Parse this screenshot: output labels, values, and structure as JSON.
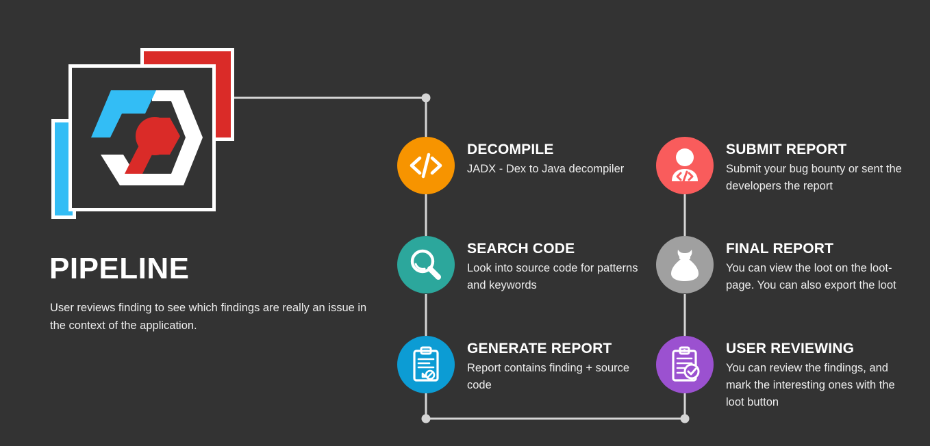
{
  "background_color": "#333333",
  "brand": {
    "title": "PIPELINE",
    "subtitle": "User reviews finding to see which findings are really an issue in the context of the application.",
    "logo_name": "stacked-cards-hexagon-logo",
    "logo_colors": {
      "cyan": "#33BDF5",
      "red": "#DA2B28",
      "white": "#FFFFFF",
      "card": "#333333"
    }
  },
  "connector": {
    "color": "#D5D5D5",
    "node_color": "#D5D5D5"
  },
  "steps": [
    {
      "id": "decompile",
      "title": "DECOMPILE",
      "desc": "JADX - Dex to Java decompiler",
      "icon": "code-brackets-icon",
      "color": "#F79400",
      "column": "left"
    },
    {
      "id": "search-code",
      "title": "SEARCH CODE",
      "desc": "Look into source code for patterns and keywords",
      "icon": "magnifier-icon",
      "color": "#2CA79C",
      "column": "left"
    },
    {
      "id": "generate-report",
      "title": "GENERATE REPORT",
      "desc": "Report contains finding + source code",
      "icon": "clipboard-chart-icon",
      "color": "#0C9CD4",
      "column": "left"
    },
    {
      "id": "submit-report",
      "title": "SUBMIT REPORT",
      "desc": "Submit your bug bounty or sent the developers the report",
      "icon": "developer-person-icon",
      "color": "#F95C5C",
      "column": "right"
    },
    {
      "id": "final-report",
      "title": "FINAL REPORT",
      "desc": "You can view the loot on the loot-page. You can also export the loot",
      "icon": "loot-bag-icon",
      "color": "#A0A0A0",
      "column": "right"
    },
    {
      "id": "user-reviewing",
      "title": "USER REVIEWING",
      "desc": "You can review the findings, and mark the interesting ones with the loot button",
      "icon": "clipboard-check-icon",
      "color": "#9B51D0",
      "column": "right"
    }
  ]
}
